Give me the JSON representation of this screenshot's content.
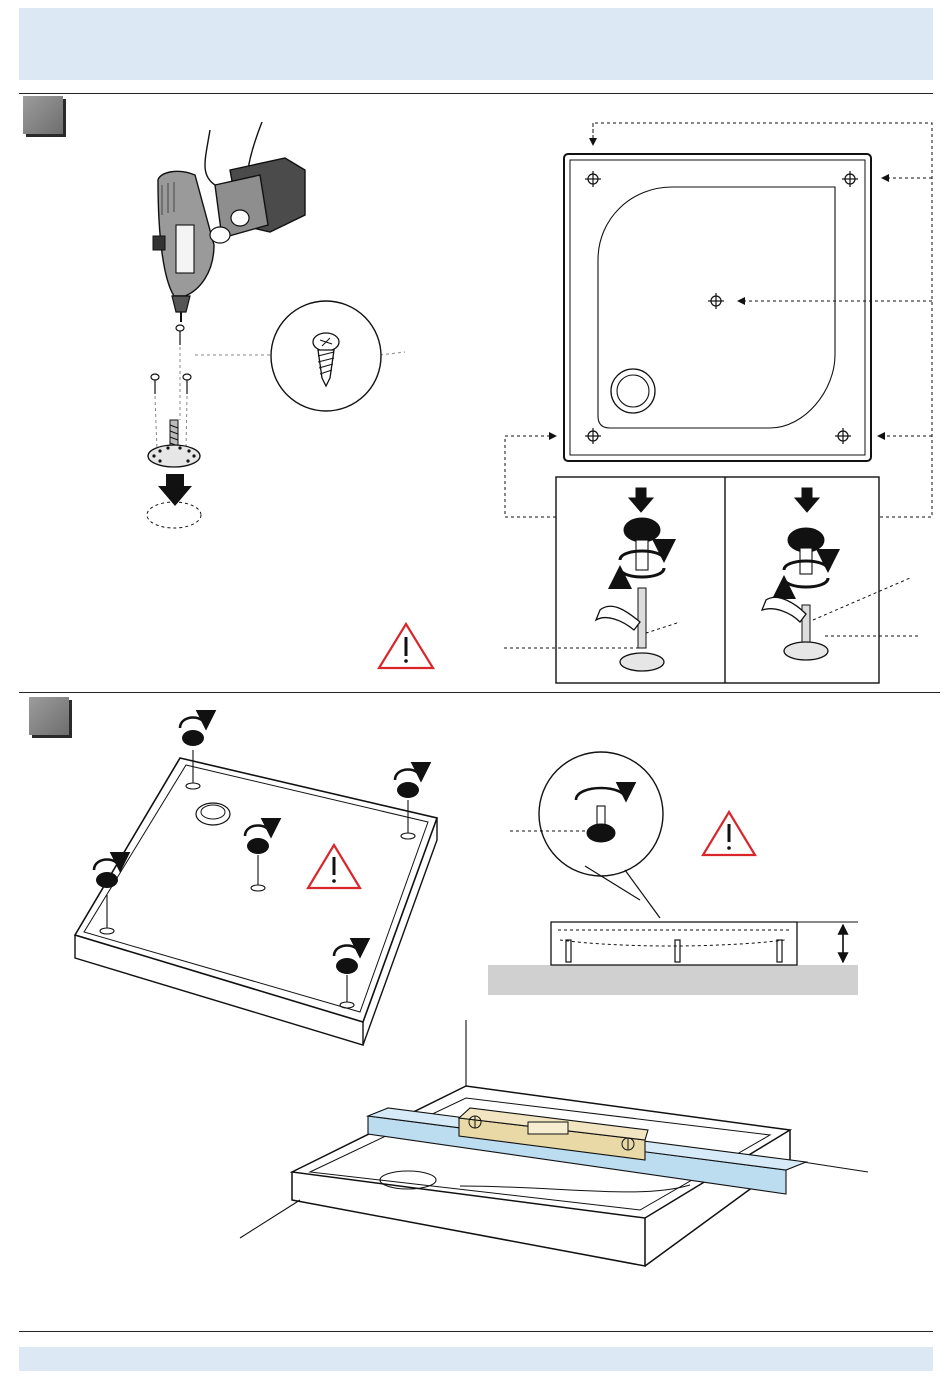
{
  "header": {
    "text": ""
  },
  "footer": {
    "text": ""
  },
  "steps": [
    {
      "label": ""
    },
    {
      "label": ""
    }
  ],
  "colors": {
    "band": "#dce8f4",
    "step_box": "#8a8a8a",
    "warning": "#d9262b",
    "floor": "#d0d0d0",
    "batten": "#bcdcf0",
    "spirit_level": "#e9d9a6"
  },
  "icons": [
    "drill-icon",
    "screw-detail-icon",
    "foot-plate-icon",
    "tray-top-view",
    "foot-adjust-detail",
    "warning-icon",
    "tray-underside-view",
    "tray-side-view",
    "spirit-level-icon"
  ]
}
